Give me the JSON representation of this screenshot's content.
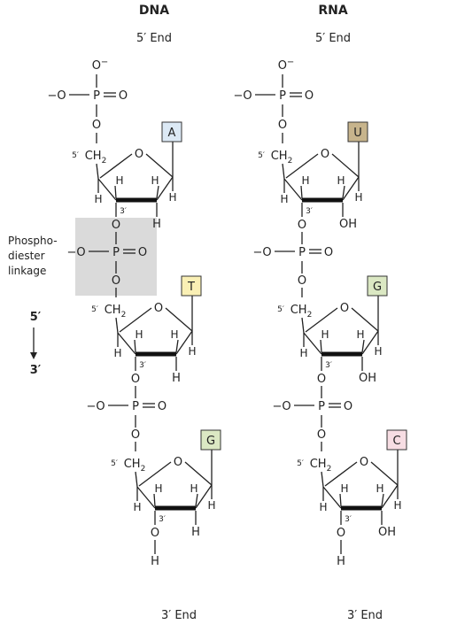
{
  "dna": {
    "title": "DNA",
    "end_5": "5′ End",
    "end_3": "3′ End",
    "bases": [
      {
        "label": "A",
        "color": "#dce9f5"
      },
      {
        "label": "T",
        "color": "#faf0b5"
      },
      {
        "label": "G",
        "color": "#dbe8c3"
      }
    ],
    "sugar_2prime": "H"
  },
  "rna": {
    "title": "RNA",
    "end_5": "5′ End",
    "end_3": "3′ End",
    "bases": [
      {
        "label": "U",
        "color": "#c7b48c"
      },
      {
        "label": "G",
        "color": "#dbe8c3"
      },
      {
        "label": "C",
        "color": "#f7dde3"
      }
    ],
    "sugar_2prime": "OH"
  },
  "annotation": {
    "phosphodiester_lines": [
      "Phospho-",
      "diester",
      "linkage"
    ],
    "highlight_color": "#dadada"
  },
  "direction": {
    "top": "5′",
    "bottom": "3′"
  },
  "chem": {
    "O": "O",
    "P": "P",
    "H": "H",
    "CH2": "CH",
    "sub2": "2",
    "prime5": "5′",
    "prime3": "3′",
    "O_minus": "O",
    "minus": "−",
    "minus_O": "−O",
    "terminal_H": "H"
  }
}
